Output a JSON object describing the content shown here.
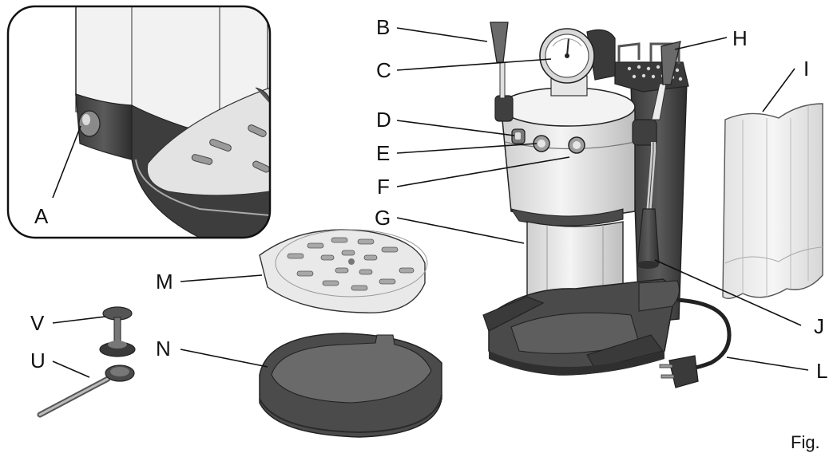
{
  "labels": {
    "A": "A",
    "B": "B",
    "C": "C",
    "D": "D",
    "E": "E",
    "F": "F",
    "G": "G",
    "H": "H",
    "I": "I",
    "J": "J",
    "L": "L",
    "M": "M",
    "N": "N",
    "U": "U",
    "V": "V"
  },
  "figure_caption": "Fig.",
  "colors": {
    "outline": "#222222",
    "body_light": "#eeeeee",
    "body_mid": "#bdbdbd",
    "dark": "#4a4a4a",
    "darker": "#2f2f2f"
  }
}
